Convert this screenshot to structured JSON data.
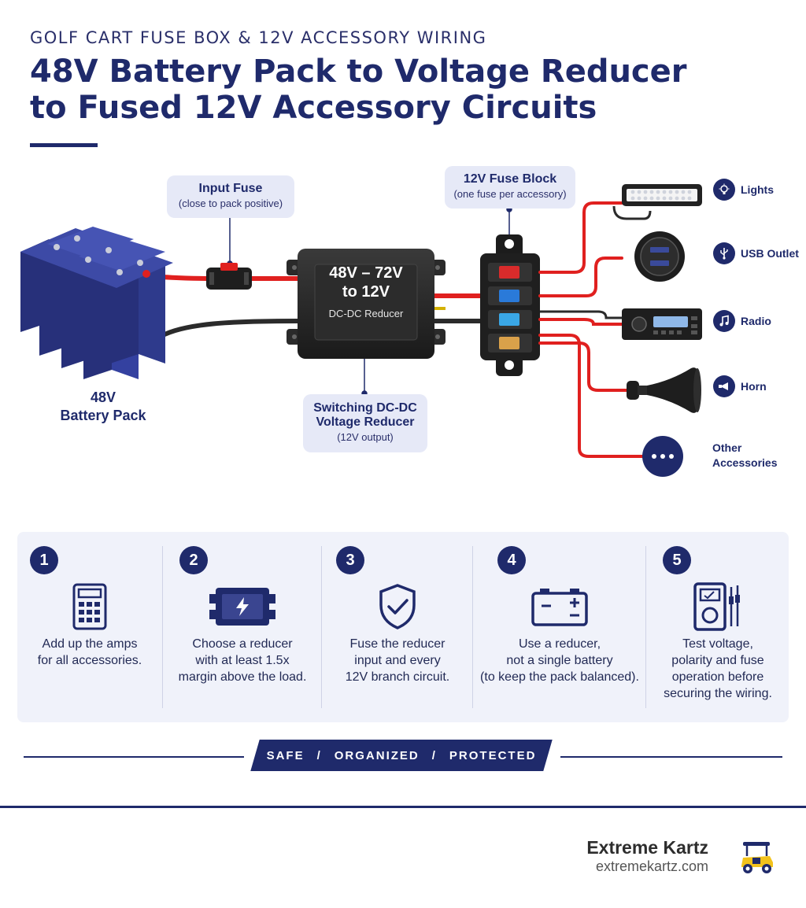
{
  "header": {
    "eyebrow": "GOLF CART FUSE BOX & 12V ACCESSORY WIRING",
    "title_line1": "48V Battery Pack to Voltage Reducer",
    "title_line2": "to Fused 12V Accessory Circuits"
  },
  "diagram": {
    "input_fuse": {
      "title": "Input Fuse",
      "subtitle": "(close to pack positive)"
    },
    "fuse_block": {
      "title": "12V Fuse Block",
      "subtitle": "(one fuse per accessory)"
    },
    "battery": {
      "line1": "48V",
      "line2": "Battery Pack"
    },
    "reducer_face": {
      "line1": "48V – 72V",
      "line2": "to 12V",
      "line3": "DC-DC Reducer"
    },
    "reducer_callout": {
      "line1": "Switching DC-DC",
      "line2": "Voltage Reducer",
      "line3": "(12V output)"
    },
    "accessories": [
      {
        "label": "Lights",
        "icon": "bulb-icon"
      },
      {
        "label": "USB Outlet",
        "icon": "usb-icon"
      },
      {
        "label": "Radio",
        "icon": "music-note-icon"
      },
      {
        "label": "Horn",
        "icon": "horn-icon"
      },
      {
        "label_line1": "Other",
        "label_line2": "Accessories",
        "icon": "more-icon"
      }
    ],
    "colors": {
      "positive_wire": "#e0201f",
      "negative_wire": "#2b2b2b",
      "brand_navy": "#1f2a6b",
      "battery_blue": "#2e3a8c"
    }
  },
  "steps": [
    {
      "number": "1",
      "icon": "calculator-icon",
      "line1": "Add up the amps",
      "line2": "for all accessories."
    },
    {
      "number": "2",
      "icon": "reducer-icon",
      "line1": "Choose a reducer",
      "line2": "with at least 1.5x",
      "line3": "margin above the load."
    },
    {
      "number": "3",
      "icon": "shield-check-icon",
      "line1": "Fuse the reducer",
      "line2": "input and every",
      "line3": "12V branch circuit."
    },
    {
      "number": "4",
      "icon": "battery-icon",
      "line1": "Use a reducer,",
      "line2": "not a single battery",
      "line3": "(to keep the pack balanced)."
    },
    {
      "number": "5",
      "icon": "multimeter-icon",
      "line1": "Test voltage,",
      "line2": "polarity and fuse",
      "line3": "operation before",
      "line4": "securing the wiring."
    }
  ],
  "tagline": {
    "word1": "SAFE",
    "sep": "/",
    "word2": "ORGANIZED",
    "word3": "PROTECTED"
  },
  "footer": {
    "brand": "Extreme Kartz",
    "url": "extremekartz.com"
  }
}
